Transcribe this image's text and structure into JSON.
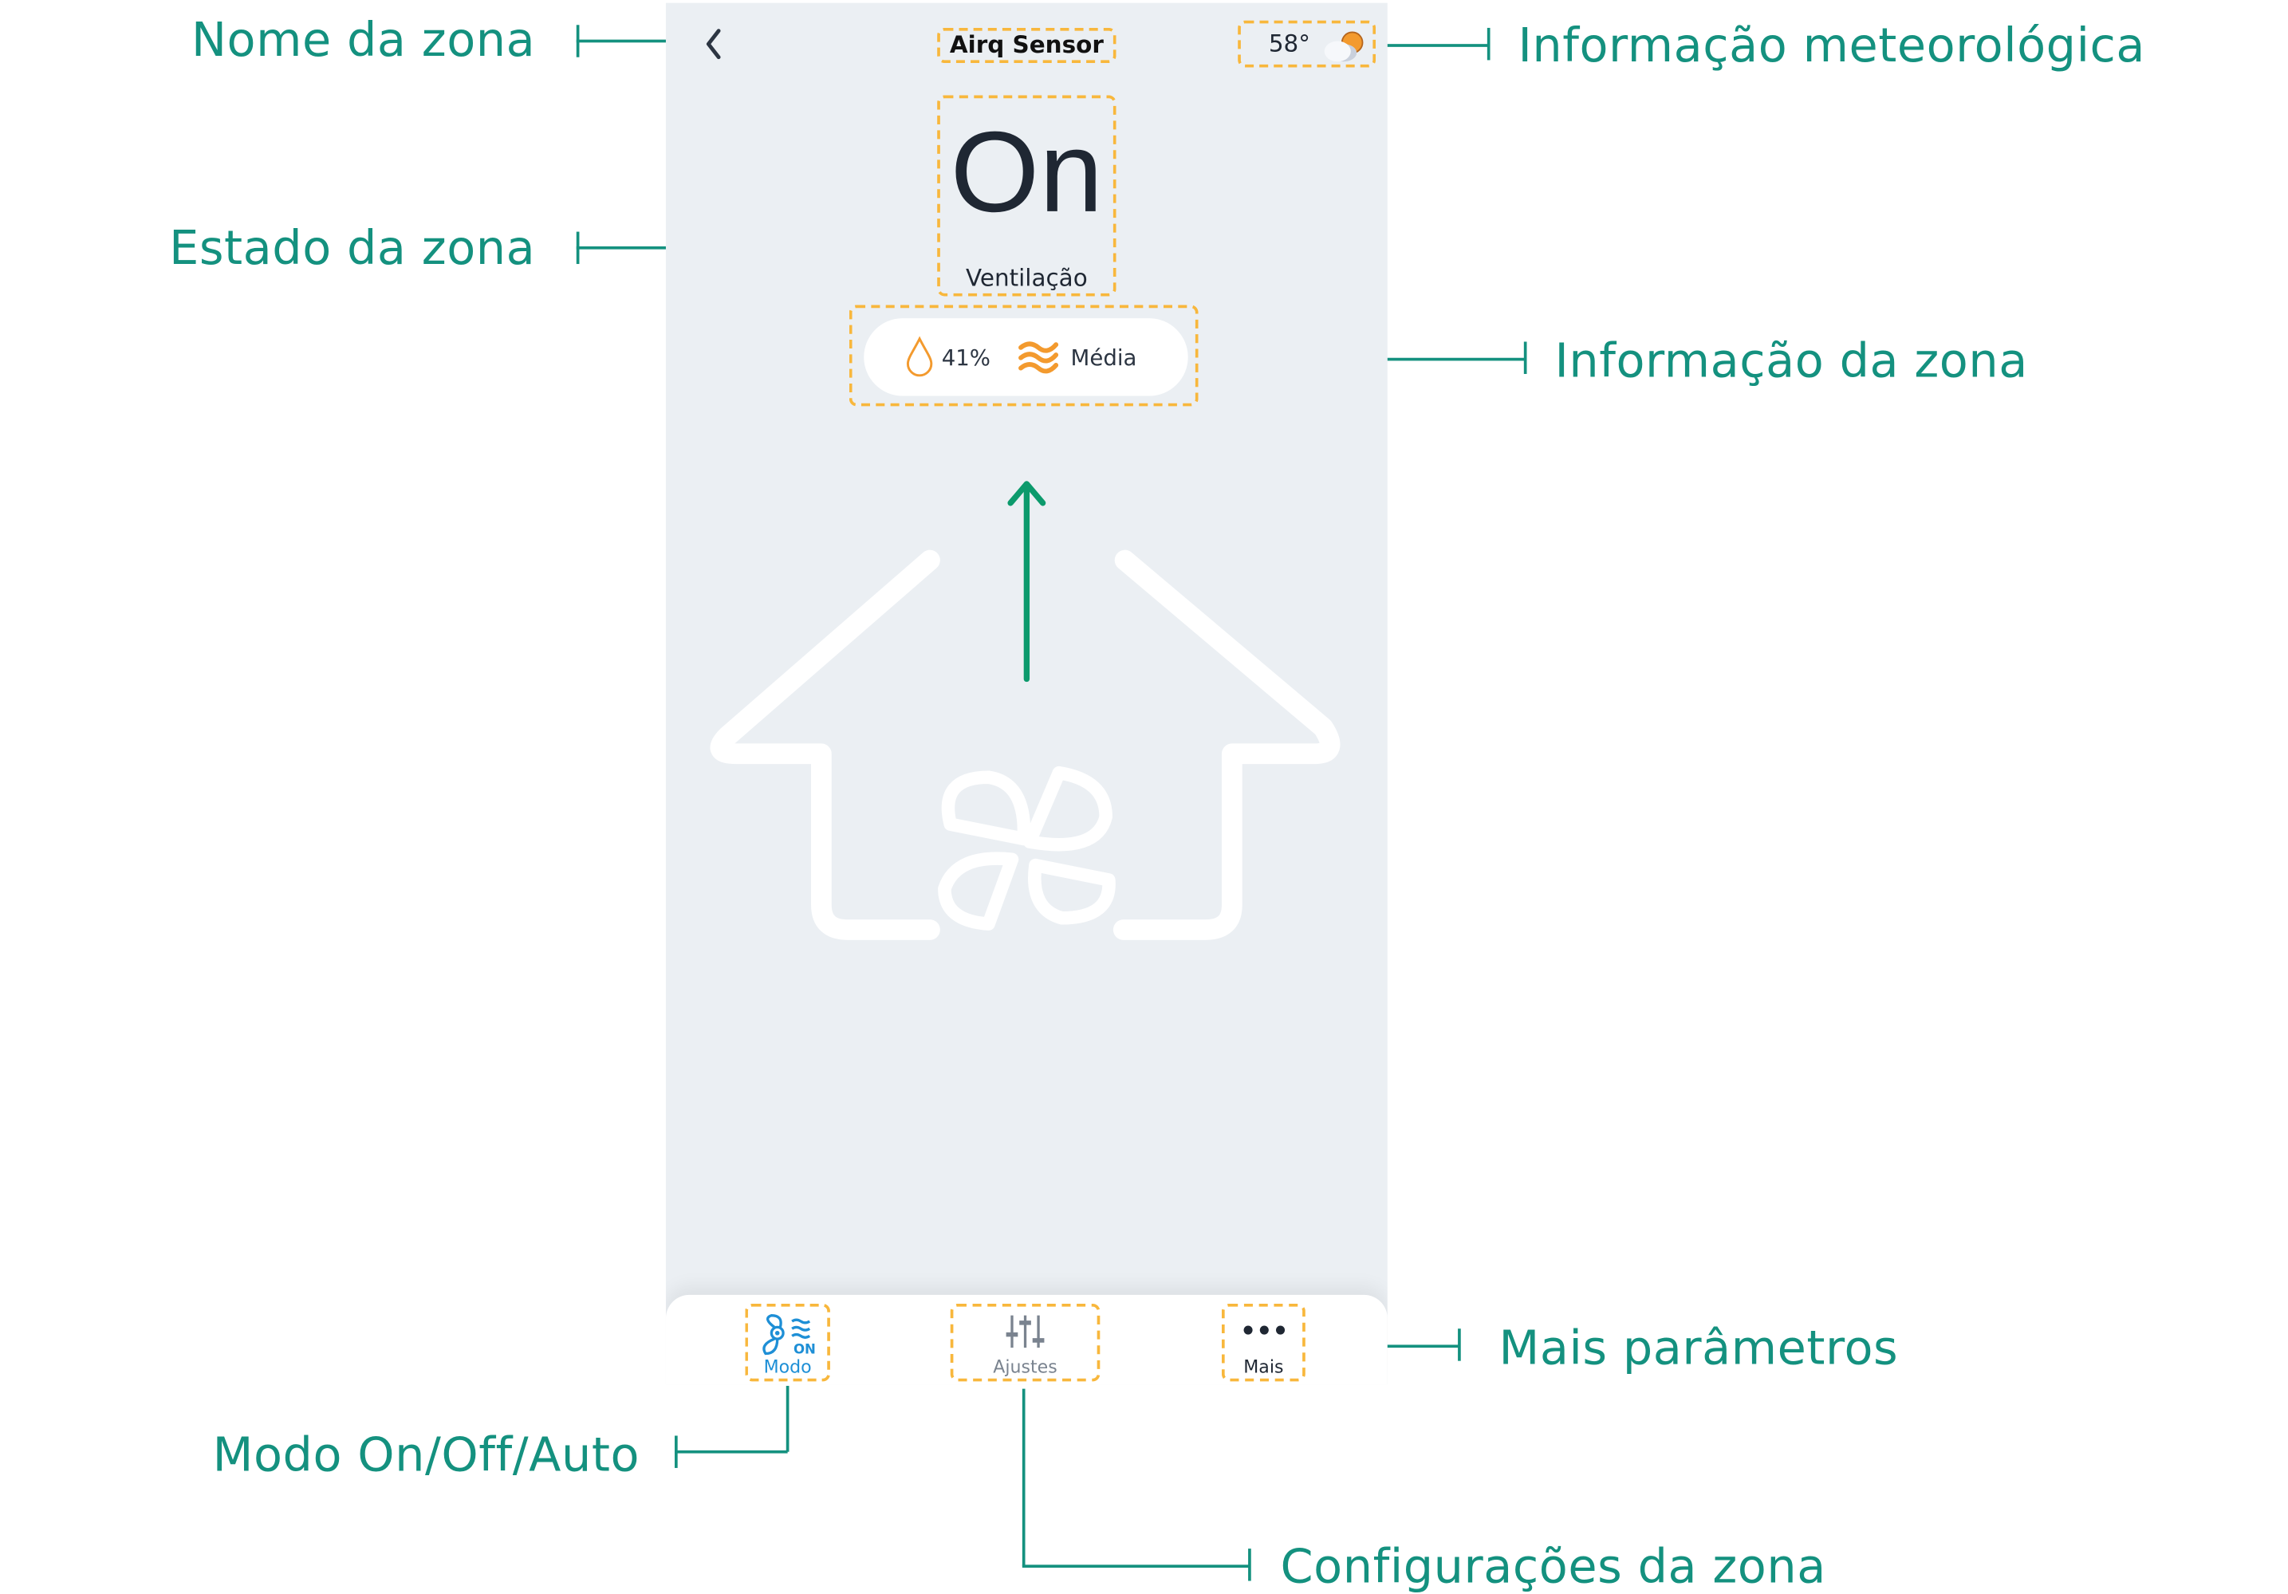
{
  "annotations": {
    "zone_name": "Nome da zona",
    "zone_state": "Estado da zona",
    "weather_info": "Informação meteorológica",
    "zone_info": "Informação da zona",
    "more_params": "Mais parâmetros",
    "mode": "Modo On/Off/Auto",
    "zone_settings": "Configurações da zona"
  },
  "header": {
    "title": "Airq Sensor",
    "temperature": "58°",
    "weather_icon": "partly-cloudy-icon"
  },
  "status": {
    "state": "On",
    "mode": "Ventilação"
  },
  "zone_info": {
    "humidity": "41%",
    "air_quality": "Média"
  },
  "tabs": [
    {
      "label": "Modo",
      "icon": "fan-on-icon",
      "active": true
    },
    {
      "label": "Ajustes",
      "icon": "sliders-icon",
      "active": false
    },
    {
      "label": "Mais",
      "icon": "more-dots-icon",
      "active": false
    }
  ],
  "colors": {
    "annotation": "#14917f",
    "highlight": "#f8b73c",
    "accent": "#f39a2e",
    "arrow": "#0c9a6c",
    "active_tab": "#1e8fd6"
  }
}
